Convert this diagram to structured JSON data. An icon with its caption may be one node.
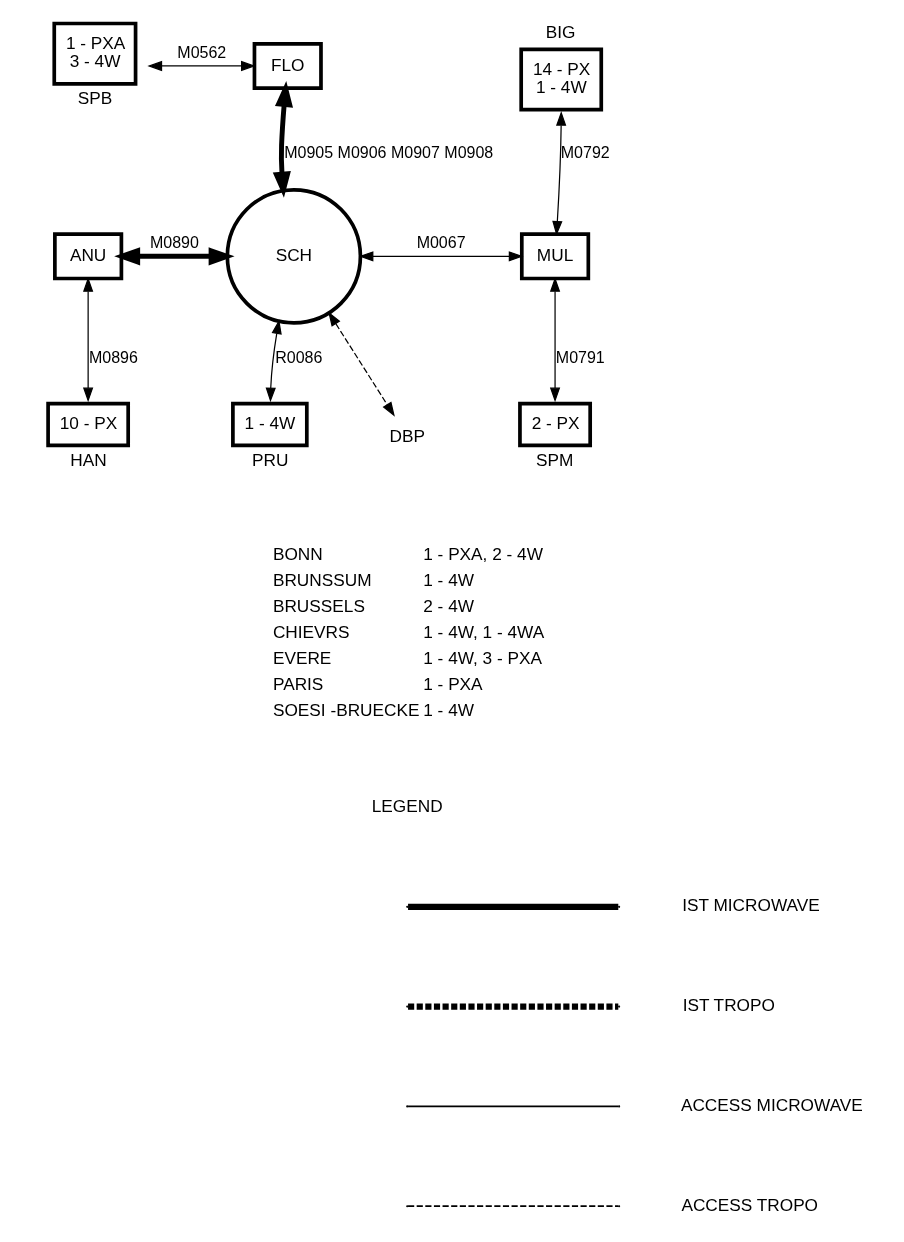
{
  "diagram": {
    "nodes": [
      {
        "text": [
          "1 - PXA",
          "3 - 4W"
        ],
        "beside": [
          "SPB"
        ]
      },
      {
        "text": [
          "FLO"
        ]
      },
      {
        "text": [
          "14 - PX",
          "1 - 4W"
        ],
        "beside": [
          "BIG"
        ]
      },
      {
        "text": [
          "ANU"
        ]
      },
      {
        "text": [
          "SCH"
        ]
      },
      {
        "text": [
          "MUL"
        ]
      },
      {
        "text": [
          "10 - PX"
        ],
        "beside": [
          "HAN"
        ]
      },
      {
        "text": [
          "1 - 4W"
        ],
        "beside": [
          "PRU"
        ]
      },
      {
        "text": [
          "2 - PX"
        ],
        "beside": [
          "SPM"
        ]
      },
      {
        "text": [
          "DBP"
        ]
      }
    ],
    "edges": [
      {
        "from": 0,
        "to": 1,
        "arrow": "both",
        "label": "M0562"
      },
      {
        "from": 1,
        "to": 4,
        "arrow": "both",
        "label": "M0905 M0906 M0907 M0908",
        "style": "thick"
      },
      {
        "from": 3,
        "to": 4,
        "arrow": "both",
        "label": "M0890",
        "style": "thick"
      },
      {
        "from": 4,
        "to": 5,
        "arrow": "both",
        "label": "M0067"
      },
      {
        "from": 5,
        "to": 2,
        "arrow": "both",
        "label": "M0792"
      },
      {
        "from": 5,
        "to": 8,
        "arrow": "both",
        "label": "M0791"
      },
      {
        "from": 3,
        "to": 6,
        "arrow": "both",
        "label": "M0896"
      },
      {
        "from": 4,
        "to": 7,
        "arrow": "both",
        "label": "R0086"
      },
      {
        "from": 4,
        "to": 9,
        "arrow": "both",
        "style": "dashed"
      }
    ],
    "labels": [
      "BONN",
      "1 - PXA, 2 - 4W",
      "BRUNSSUM",
      "1 - 4W",
      "BRUSSELS",
      "2 - 4W",
      "CHIEVRS",
      "1 - 4W, 1 - 4WA",
      "EVERE",
      "1 - 4W, 3 - PXA",
      "PARIS",
      "1 - PXA",
      "SOESI -BRUECKE",
      "1 - 4W",
      "LEGEND"
    ],
    "legend": [
      {
        "text": "IST MICROWAVE"
      },
      {
        "text": "IST TROPO"
      },
      {
        "text": "ACCESS MICROWAVE"
      },
      {
        "text": "ACCESS TROPO"
      }
    ]
  }
}
